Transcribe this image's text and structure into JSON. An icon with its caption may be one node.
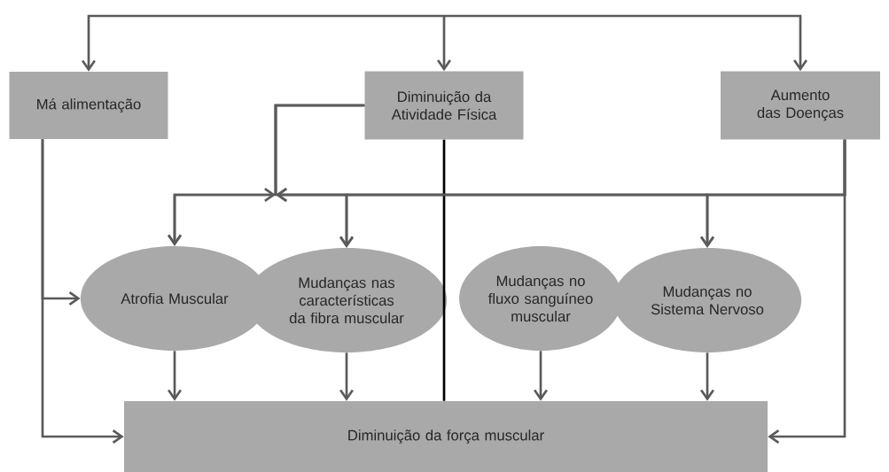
{
  "diagram": {
    "nodes": [
      {
        "text": [
          "Má alimentação"
        ]
      },
      {
        "text": [
          "Diminuição da Atividade Física"
        ]
      },
      {
        "text": [
          "Aumento das Doenças"
        ]
      },
      {
        "text": [
          "Atrofia Muscular"
        ]
      },
      {
        "text": [
          "Mudanças nas características da fibra muscular"
        ]
      },
      {
        "text": [
          "Mudanças no fluxo sanguíneo muscular"
        ]
      },
      {
        "text": [
          "Mudanças no Sistema Nervoso"
        ]
      },
      {
        "text": [
          "Diminuição da força muscular"
        ]
      }
    ],
    "edges": [
      {
        "from": null,
        "to": 0,
        "arrow": "to"
      },
      {
        "from": null,
        "to": 1,
        "arrow": "to"
      },
      {
        "from": null,
        "to": 2,
        "arrow": "to"
      },
      {
        "from": 0,
        "to": 3,
        "arrow": "to"
      },
      {
        "from": 0,
        "to": 7,
        "arrow": "to"
      },
      {
        "from": 1,
        "to": 3,
        "arrow": "to"
      },
      {
        "from": 1,
        "to": 4,
        "arrow": "to"
      },
      {
        "from": 1,
        "to": 6,
        "arrow": "to"
      },
      {
        "from": 1,
        "to": 7,
        "arrow": "none",
        "color": "#000000"
      },
      {
        "from": 2,
        "to": 3,
        "arrow": "to"
      },
      {
        "from": 2,
        "to": 4,
        "arrow": "to"
      },
      {
        "from": 2,
        "to": 6,
        "arrow": "to"
      },
      {
        "from": 2,
        "to": 7,
        "arrow": "to"
      },
      {
        "from": 3,
        "to": 7,
        "arrow": "to"
      },
      {
        "from": 4,
        "to": 7,
        "arrow": "to"
      },
      {
        "from": 5,
        "to": 7,
        "arrow": "to"
      },
      {
        "from": 6,
        "to": 7,
        "arrow": "to"
      }
    ]
  }
}
